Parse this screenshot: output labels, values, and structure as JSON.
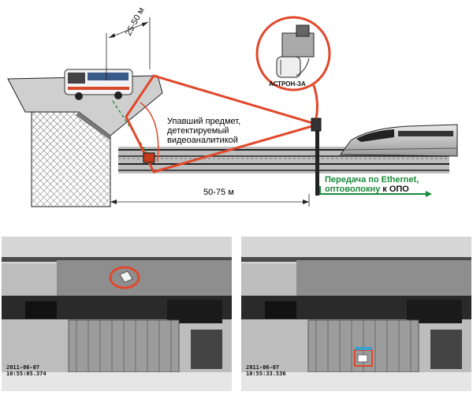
{
  "diagram": {
    "distance_top": "25-50 м",
    "dropped_object_label": [
      "Упавший предмет,",
      "детектируемый",
      "видеоаналитикой"
    ],
    "distance_bottom": "50-75 м",
    "camera_label": "АСТРОН-ЗА",
    "transmission_label_line1": "Передача по Ethernet,",
    "transmission_label_line2_green": "оптоволокну",
    "transmission_label_line2_black": " к ОПО",
    "colors": {
      "beam": "#e1472a",
      "cable": "#1a8a3a",
      "object": "#c4391c"
    }
  },
  "frames": [
    {
      "date": "2011-06-07",
      "time": "10:55:05.374"
    },
    {
      "date": "2011-06-07",
      "time": "10:55:33.536"
    }
  ]
}
